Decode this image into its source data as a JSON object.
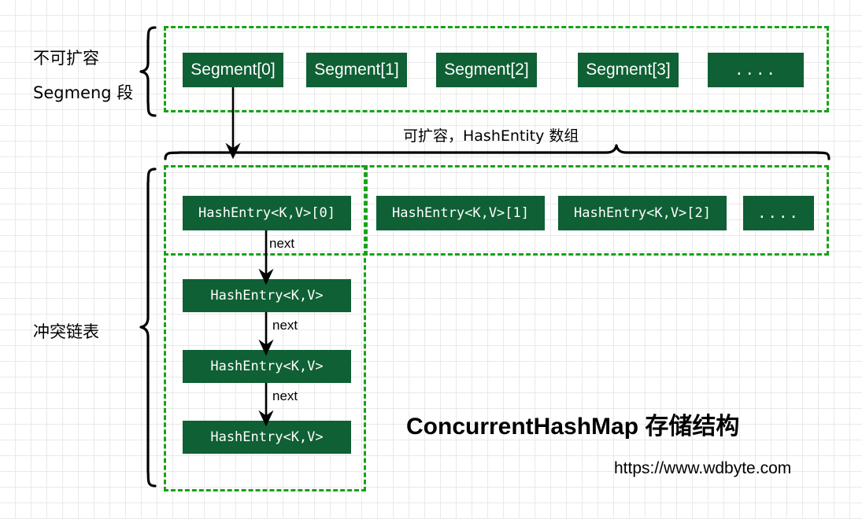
{
  "diagram": {
    "title": "ConcurrentHashMap 存储结构",
    "url": "https://www.wdbyte.com",
    "labels": {
      "segment_group_line1": "不可扩容",
      "segment_group_line2": "Segmeng 段",
      "hash_array_note": "可扩容，HashEntity 数组",
      "chain_group": "冲突链表",
      "next_1": "next",
      "next_2": "next",
      "next_3": "next"
    },
    "colors": {
      "box_fill": "#0f6034",
      "box_text": "#ffffff",
      "dashed_border": "#17a317",
      "connector": "#000000",
      "grid_minor": "#e9e9e9",
      "grid_major": "#d6d6d6",
      "background": "#ffffff"
    },
    "segments": [
      {
        "label": "Segment[0]"
      },
      {
        "label": "Segment[1]"
      },
      {
        "label": "Segment[2]"
      },
      {
        "label": "Segment[3]"
      },
      {
        "label": "...."
      }
    ],
    "hash_entries": [
      {
        "label": "HashEntry<K,V>[0]"
      },
      {
        "label": "HashEntry<K,V>[1]"
      },
      {
        "label": "HashEntry<K,V>[2]"
      },
      {
        "label": "...."
      }
    ],
    "chain_nodes": [
      {
        "label": "HashEntry<K,V>"
      },
      {
        "label": "HashEntry<K,V>"
      },
      {
        "label": "HashEntry<K,V>"
      }
    ]
  }
}
